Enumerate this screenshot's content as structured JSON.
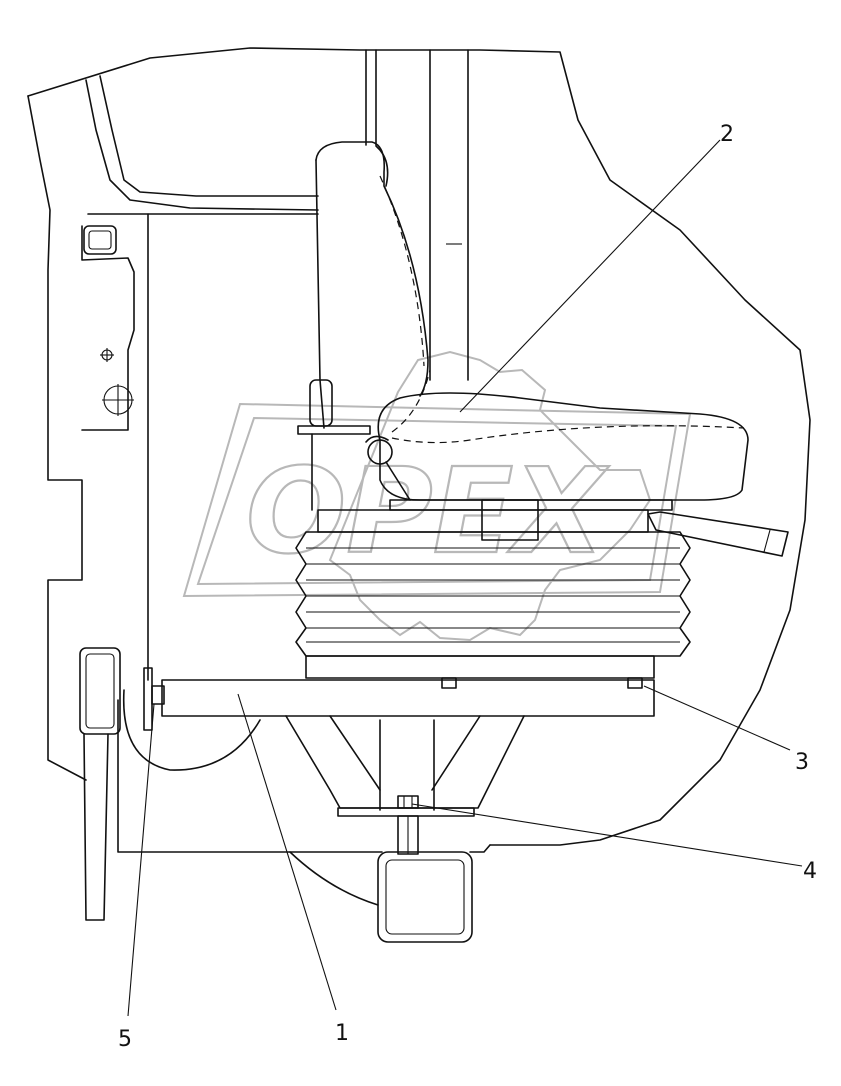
{
  "diagram": {
    "callouts": [
      {
        "id": "1",
        "label": "1"
      },
      {
        "id": "2",
        "label": "2"
      },
      {
        "id": "3",
        "label": "3"
      },
      {
        "id": "4",
        "label": "4"
      },
      {
        "id": "5",
        "label": "5"
      }
    ],
    "watermark": {
      "text": "OPEX"
    }
  }
}
